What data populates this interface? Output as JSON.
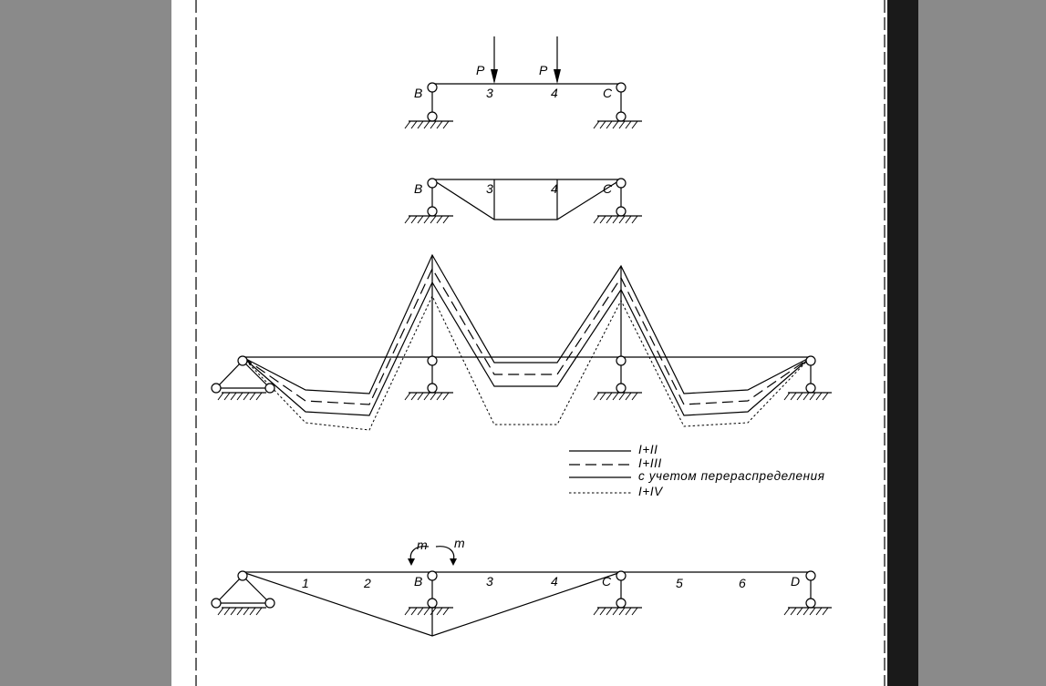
{
  "diagram": {
    "beam_top": {
      "load_labels": [
        "P",
        "P"
      ],
      "node_labels": [
        "B",
        "3",
        "4",
        "C"
      ]
    },
    "beam_moment": {
      "node_labels": [
        "B",
        "3",
        "4",
        "C"
      ]
    },
    "legend": {
      "items": [
        "I+II",
        "I+III",
        "с учетом перераспределения",
        "I+IV"
      ]
    },
    "beam_bottom": {
      "moment_labels": [
        "m",
        "m"
      ],
      "node_labels": [
        "1",
        "2",
        "B",
        "3",
        "4",
        "C",
        "5",
        "6",
        "D"
      ]
    }
  }
}
